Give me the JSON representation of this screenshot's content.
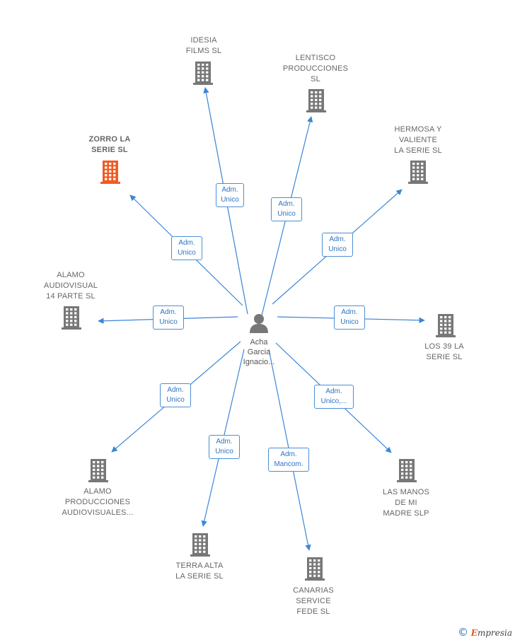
{
  "center": {
    "name": "Acha\nGarcia\nIgnacio..."
  },
  "colors": {
    "edge": "#3a86d8",
    "building": "#777777",
    "building_highlight": "#f15a24",
    "person": "#777777"
  },
  "nodes": [
    {
      "id": "idesia",
      "label": "IDESIA\nFILMS  SL",
      "highlight": false,
      "edge": "Adm.\nUnico"
    },
    {
      "id": "lentisco",
      "label": "LENTISCO\nPRODUCCIONES\nSL",
      "highlight": false,
      "edge": "Adm.\nUnico"
    },
    {
      "id": "hermosa",
      "label": "HERMOSA Y\nVALIENTE\nLA SERIE  SL",
      "highlight": false,
      "edge": "Adm.\nUnico"
    },
    {
      "id": "zorro",
      "label": "ZORRO LA\nSERIE  SL",
      "highlight": true,
      "edge": "Adm.\nUnico"
    },
    {
      "id": "alamo14",
      "label": "ALAMO\nAUDIOVISUAL\n14 PARTE  SL",
      "highlight": false,
      "edge": "Adm.\nUnico"
    },
    {
      "id": "los39",
      "label": "LOS 39 LA\nSERIE  SL",
      "highlight": false,
      "edge": "Adm.\nUnico"
    },
    {
      "id": "alamoprod",
      "label": "ALAMO\nPRODUCCIONES\nAUDIOVISUALES...",
      "highlight": false,
      "edge": "Adm.\nUnico"
    },
    {
      "id": "manos",
      "label": "LAS MANOS\nDE MI\nMADRE  SLP",
      "highlight": false,
      "edge": "Adm.\nUnico,..."
    },
    {
      "id": "terra",
      "label": "TERRA ALTA\nLA SERIE  SL",
      "highlight": false,
      "edge": "Adm.\nUnico"
    },
    {
      "id": "canarias",
      "label": "CANARIAS\nSERVICE\nFEDE  SL",
      "highlight": false,
      "edge": "Adm.\nMancom."
    }
  ],
  "brand": {
    "copyright": "©",
    "name_first": "E",
    "name_rest": "mpresia"
  }
}
